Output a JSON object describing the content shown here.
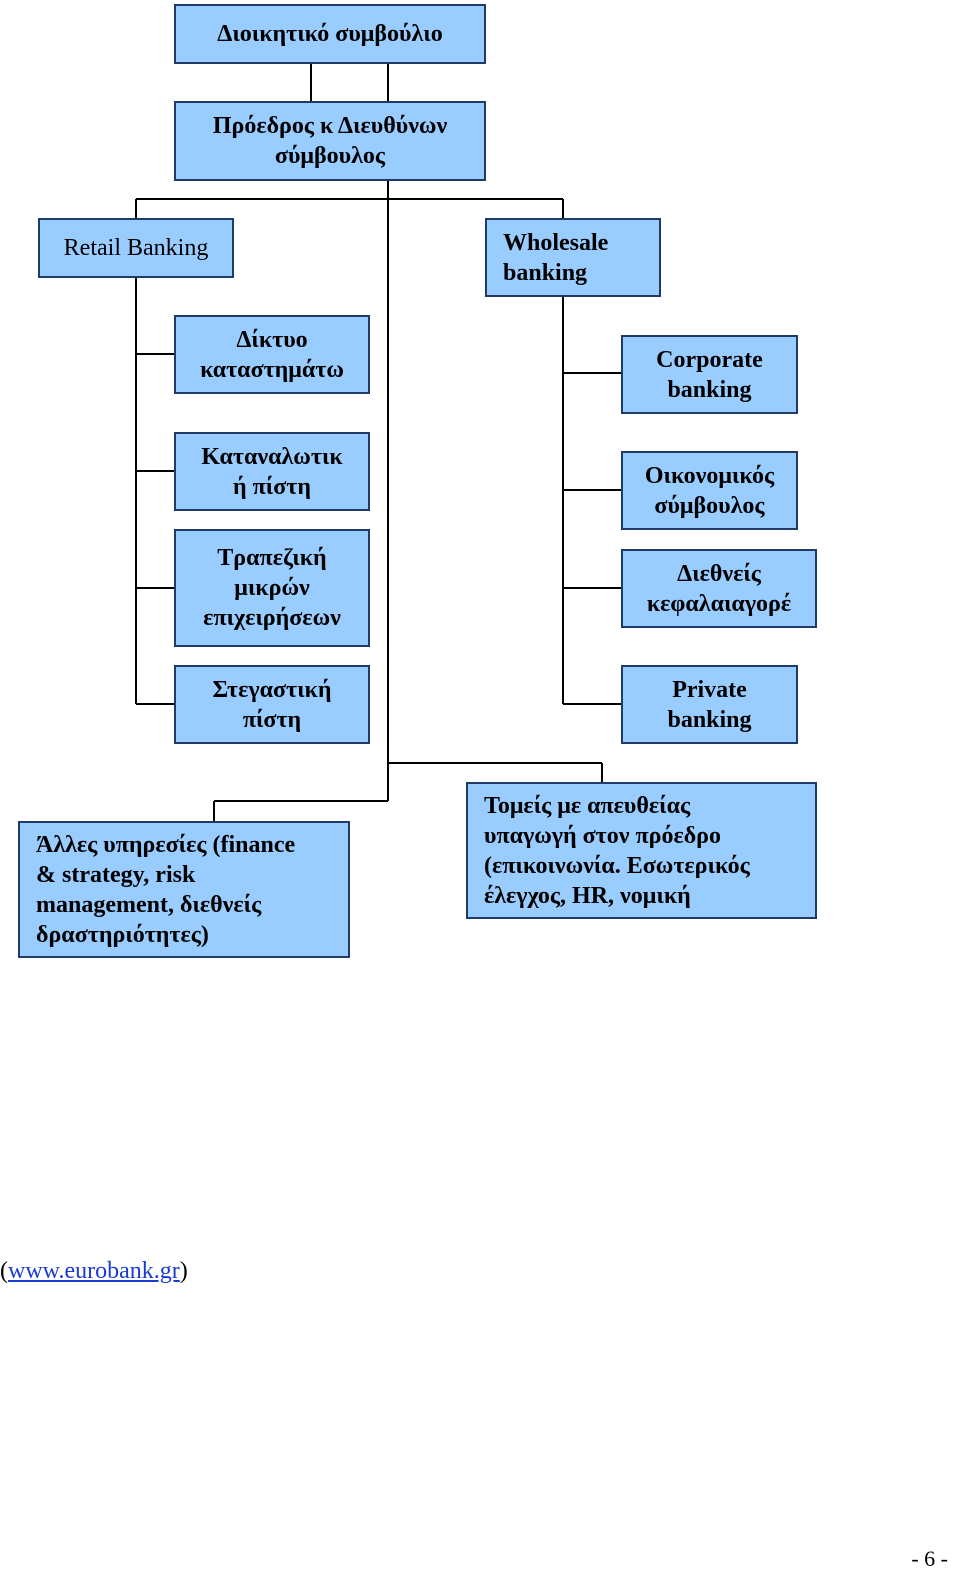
{
  "org_chart": {
    "board": "Διοικητικό συμβούλιο",
    "ceo": "Πρόεδρος κ Διευθύνων\nσύμβουλος",
    "retail": {
      "title": "Retail Banking",
      "units": [
        "Δίκτυο\nκαταστημάτω",
        "Καταναλωτικ\nή πίστη",
        "Τραπεζική\nμικρών\nεπιχειρήσεων",
        "Στεγαστική\nπίστη"
      ]
    },
    "wholesale": {
      "title": "Wholesale\nbanking",
      "units": [
        "Corporate\nbanking",
        "Οικονομικός\nσύμβουλος",
        "Διεθνείς\nκεφαλαιαγορέ",
        "Private\nbanking"
      ]
    },
    "other_services": "Άλλες υπηρεσίες (finance\n& strategy, risk\nmanagement, διεθνείς\nδραστηριότητες)",
    "direct_units": "Τομείς με απευθείας\nυπαγωγή στον πρόεδρο\n(επικοινωνία. Εσωτερικός\nέλεγχος, HR, νομική"
  },
  "source": {
    "prefix": "(",
    "link_text": "www.eurobank.gr",
    "suffix": ")"
  },
  "page_number": "- 6 -"
}
